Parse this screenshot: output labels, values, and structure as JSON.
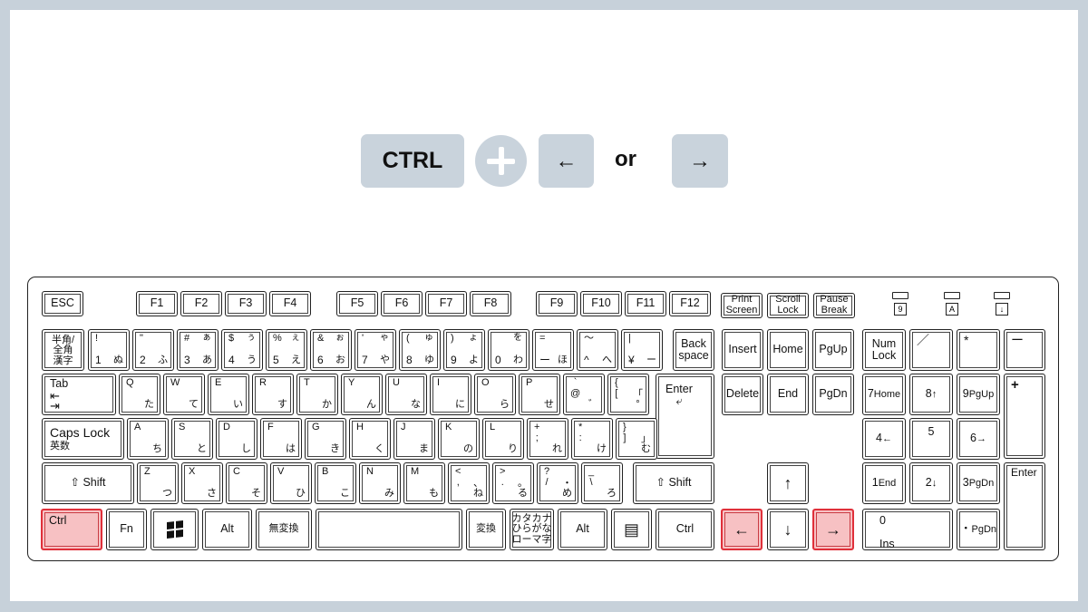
{
  "shortcut": {
    "key1": "CTRL",
    "key2": "←",
    "or_text": "or",
    "key3": "→"
  },
  "highlight_color": "#f7c1c3",
  "highlight_border": "#e0303a",
  "keyboard": {
    "fn_row": [
      "ESC",
      "F1",
      "F2",
      "F3",
      "F4",
      "F5",
      "F6",
      "F7",
      "F8",
      "F9",
      "F10",
      "F11",
      "F12"
    ],
    "sys": {
      "print": "Print\nScreen",
      "scroll": "Scroll\nLock",
      "pause": "Pause\nBreak"
    },
    "indicators": [
      "9",
      "A",
      "↓"
    ],
    "num_row": [
      {
        "top": "半角/",
        "mid": "全角",
        "bot": "漢字"
      },
      {
        "sym": "!",
        "jpk": "",
        "num": "1",
        "jp": "ぬ"
      },
      {
        "sym": "\"",
        "num": "2",
        "jp": "ふ"
      },
      {
        "sym": "#",
        "num": "3",
        "jp": "あ",
        "jps": "ぁ"
      },
      {
        "sym": "$",
        "num": "4",
        "jp": "う",
        "jps": "ぅ"
      },
      {
        "sym": "%",
        "num": "5",
        "jp": "え",
        "jps": "ぇ"
      },
      {
        "sym": "&",
        "num": "6",
        "jp": "お",
        "jps": "ぉ"
      },
      {
        "sym": "'",
        "num": "7",
        "jp": "や",
        "jps": "ゃ"
      },
      {
        "sym": "(",
        "num": "8",
        "jp": "ゆ",
        "jps": "ゅ"
      },
      {
        "sym": ")",
        "num": "9",
        "jp": "よ",
        "jps": "ょ"
      },
      {
        "sym": "",
        "num": "0",
        "jp": "わ",
        "jps": "を"
      },
      {
        "sym": "=",
        "num": "ー",
        "jp": "ほ"
      },
      {
        "sym": "〜",
        "num": "^",
        "jp": "へ"
      },
      {
        "sym": "|",
        "num": "¥",
        "jp": "ー"
      }
    ],
    "backspace": "Back\nspace",
    "q_row": [
      {
        "l": "Q",
        "jp": "た"
      },
      {
        "l": "W",
        "jp": "て"
      },
      {
        "l": "E",
        "jp": "い"
      },
      {
        "l": "R",
        "jp": "す"
      },
      {
        "l": "T",
        "jp": "か"
      },
      {
        "l": "Y",
        "jp": "ん"
      },
      {
        "l": "U",
        "jp": "な"
      },
      {
        "l": "I",
        "jp": "に"
      },
      {
        "l": "O",
        "jp": "ら"
      },
      {
        "l": "P",
        "jp": "せ"
      },
      {
        "l": "`\n@",
        "jp": "゛"
      },
      {
        "l": "{\n[",
        "jp": "「\n°"
      }
    ],
    "tab": "Tab",
    "enter": "Enter",
    "a_row": [
      {
        "l": "A",
        "jp": "ち"
      },
      {
        "l": "S",
        "jp": "と"
      },
      {
        "l": "D",
        "jp": "し"
      },
      {
        "l": "F",
        "jp": "は"
      },
      {
        "l": "G",
        "jp": "き"
      },
      {
        "l": "H",
        "jp": "く"
      },
      {
        "l": "J",
        "jp": "ま"
      },
      {
        "l": "K",
        "jp": "の"
      },
      {
        "l": "L",
        "jp": "り"
      },
      {
        "l": "+\n;",
        "jp": "れ"
      },
      {
        "l": "*\n:",
        "jp": "け"
      },
      {
        "l": "}\n]",
        "jp": "」\nむ"
      }
    ],
    "caps": "Caps Lock",
    "caps_jp": "英数",
    "z_row": [
      {
        "l": "Z",
        "jp": "つ"
      },
      {
        "l": "X",
        "jp": "さ"
      },
      {
        "l": "C",
        "jp": "そ"
      },
      {
        "l": "V",
        "jp": "ひ"
      },
      {
        "l": "B",
        "jp": "こ"
      },
      {
        "l": "N",
        "jp": "み"
      },
      {
        "l": "M",
        "jp": "も"
      },
      {
        "l": "<\n,",
        "jp": "、\nね"
      },
      {
        "l": ">\n.",
        "jp": "。\nる"
      },
      {
        "l": "?\n/",
        "jp": "・\nめ"
      },
      {
        "l": "_\n\\",
        "jp": "ろ"
      }
    ],
    "shift": "Shift",
    "bottom": {
      "ctrl": "Ctrl",
      "fn": "Fn",
      "alt": "Alt",
      "muhenkan": "無変換",
      "henkan": "変換",
      "kana": "カタカナ\nひらがな\nローマ字",
      "ctrl_r": "Ctrl"
    },
    "nav": {
      "insert": "Insert",
      "home": "Home",
      "pgup": "PgUp",
      "delete": "Delete",
      "end": "End",
      "pgdn": "PgDn"
    },
    "arrows": {
      "up": "↑",
      "left": "←",
      "down": "↓",
      "right": "→"
    },
    "numpad": {
      "numlock": "Num\nLock",
      "div": "／",
      "mul": "*",
      "minus": "ー",
      "plus": "+",
      "k7": "7",
      "k7s": "Home",
      "k8": "8",
      "k8s": "↑",
      "k9": "9",
      "k9s": "PgUp",
      "k4": "4",
      "k4s": "←",
      "k5": "5",
      "k6": "6",
      "k6s": "→",
      "k1": "1",
      "k1s": "End",
      "k2": "2",
      "k2s": "↓",
      "k3": "3",
      "k3s": "PgDn",
      "k0": "0",
      "k0s": "Ins",
      "dot": "・",
      "dots": "PgDn",
      "enter": "Enter"
    }
  }
}
